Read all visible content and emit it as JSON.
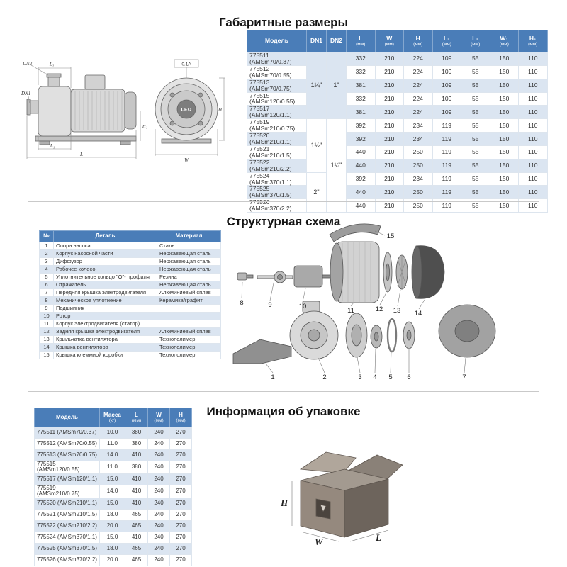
{
  "page": {
    "section1_title": "Габаритные размеры",
    "section2_title": "Структурная схема",
    "section3_title": "Информация об упаковке"
  },
  "dimensions": {
    "columns": [
      {
        "label": "Модель"
      },
      {
        "label": "DN1"
      },
      {
        "label": "DN2"
      },
      {
        "label": "L",
        "unit": "(мм)"
      },
      {
        "label": "W",
        "unit": "(мм)"
      },
      {
        "label": "H",
        "unit": "(мм)"
      },
      {
        "label": "L₁",
        "unit": "(мм)"
      },
      {
        "label": "L₂",
        "unit": "(мм)"
      },
      {
        "label": "W₁",
        "unit": "(мм)"
      },
      {
        "label": "H₁",
        "unit": "(мм)"
      }
    ],
    "dn1_groups": [
      {
        "value": "1¼\"",
        "span": 5
      },
      {
        "value": "1½\"",
        "span": 4
      },
      {
        "value": "2\"",
        "span": 3
      }
    ],
    "dn2_groups": [
      {
        "value": "1\"",
        "span": 5
      },
      {
        "value": "1¼\"",
        "span": 7
      }
    ],
    "rows": [
      {
        "model": "775511 (AMSm70/0.37)",
        "values": [
          "332",
          "210",
          "224",
          "109",
          "55",
          "150",
          "110"
        ]
      },
      {
        "model": "775512 (AMSm70/0.55)",
        "values": [
          "332",
          "210",
          "224",
          "109",
          "55",
          "150",
          "110"
        ]
      },
      {
        "model": "775513 (AMSm70/0.75)",
        "values": [
          "381",
          "210",
          "224",
          "109",
          "55",
          "150",
          "110"
        ]
      },
      {
        "model": "775515 (AMSm120/0.55)",
        "values": [
          "332",
          "210",
          "224",
          "109",
          "55",
          "150",
          "110"
        ]
      },
      {
        "model": "775517 (AMSm120/1.1)",
        "values": [
          "381",
          "210",
          "224",
          "109",
          "55",
          "150",
          "110"
        ]
      },
      {
        "model": "775519 (AMSm210/0.75)",
        "values": [
          "392",
          "210",
          "234",
          "119",
          "55",
          "150",
          "110"
        ]
      },
      {
        "model": "775520 (AMSm210/1.1)",
        "values": [
          "392",
          "210",
          "234",
          "119",
          "55",
          "150",
          "110"
        ]
      },
      {
        "model": "775521 (AMSm210/1.5)",
        "values": [
          "440",
          "210",
          "250",
          "119",
          "55",
          "150",
          "110"
        ]
      },
      {
        "model": "775522 (AMSm210/2.2)",
        "values": [
          "440",
          "210",
          "250",
          "119",
          "55",
          "150",
          "110"
        ]
      },
      {
        "model": "775524 (AMSm370/1.1)",
        "values": [
          "392",
          "210",
          "234",
          "119",
          "55",
          "150",
          "110"
        ]
      },
      {
        "model": "775525 (AMSm370/1.5)",
        "values": [
          "440",
          "210",
          "250",
          "119",
          "55",
          "150",
          "110"
        ]
      },
      {
        "model": "775526 (AMSm370/2.2)",
        "values": [
          "440",
          "210",
          "250",
          "119",
          "55",
          "150",
          "110"
        ]
      }
    ]
  },
  "drawing": {
    "labels": {
      "dn1": "DN1",
      "dn2": "DN2",
      "l": "L",
      "l1": "L₁",
      "l2": "L₂",
      "w": "W",
      "h": "H",
      "h1": "H₁",
      "brand": "LEO",
      "tol": "0.1A"
    }
  },
  "structure": {
    "columns": [
      {
        "label": "№"
      },
      {
        "label": "Деталь"
      },
      {
        "label": "Материал"
      }
    ],
    "rows": [
      {
        "num": "1",
        "part": "Опора насоса",
        "material": "Сталь"
      },
      {
        "num": "2",
        "part": "Корпус насосной части",
        "material": "Нержавеющая сталь"
      },
      {
        "num": "3",
        "part": "Диффузор",
        "material": "Нержавеющая сталь"
      },
      {
        "num": "4",
        "part": "Рабочее колесо",
        "material": "Нержавеющая сталь"
      },
      {
        "num": "5",
        "part": "Уплотнительное кольцо \"О\"- профиля",
        "material": "Резина"
      },
      {
        "num": "6",
        "part": "Отражатель",
        "material": "Нержавеющая сталь"
      },
      {
        "num": "7",
        "part": "Передняя крышка электродвигателя",
        "material": "Алюминиевый сплав"
      },
      {
        "num": "8",
        "part": "Механическое уплотнение",
        "material": "Керамика/графит"
      },
      {
        "num": "9",
        "part": "Подшипник",
        "material": ""
      },
      {
        "num": "10",
        "part": "Ротор",
        "material": ""
      },
      {
        "num": "11",
        "part": "Корпус электродвигателя (статор)",
        "material": ""
      },
      {
        "num": "12",
        "part": "Задняя крышка электродвигателя",
        "material": "Алюминиевый сплав"
      },
      {
        "num": "13",
        "part": "Крыльчатка вентилятора",
        "material": "Технополимер"
      },
      {
        "num": "14",
        "part": "Крышка вентилятора",
        "material": "Технополимер"
      },
      {
        "num": "15",
        "part": "Крышка клеммной коробки",
        "material": "Технополимер"
      }
    ],
    "callouts": [
      "1",
      "2",
      "3",
      "4",
      "5",
      "6",
      "7",
      "8",
      "9",
      "10",
      "11",
      "12",
      "13",
      "14",
      "15"
    ]
  },
  "packaging": {
    "columns": [
      {
        "label": "Модель"
      },
      {
        "label": "Масса",
        "unit": "(кг)"
      },
      {
        "label": "L",
        "unit": "(мм)"
      },
      {
        "label": "W",
        "unit": "(мм)"
      },
      {
        "label": "H",
        "unit": "(мм)"
      }
    ],
    "rows": [
      {
        "model": "775511 (AMSm70/0.37)",
        "values": [
          "10.0",
          "380",
          "240",
          "270"
        ]
      },
      {
        "model": "775512 (AMSm70/0.55)",
        "values": [
          "11.0",
          "380",
          "240",
          "270"
        ]
      },
      {
        "model": "775513 (AMSm70/0.75)",
        "values": [
          "14.0",
          "410",
          "240",
          "270"
        ]
      },
      {
        "model": "775515 (AMSm120/0.55)",
        "values": [
          "11.0",
          "380",
          "240",
          "270"
        ]
      },
      {
        "model": "775517 (AMSm120/1.1)",
        "values": [
          "15.0",
          "410",
          "240",
          "270"
        ]
      },
      {
        "model": "775519 (AMSm210/0.75)",
        "values": [
          "14.0",
          "410",
          "240",
          "270"
        ]
      },
      {
        "model": "775520 (AMSm210/1.1)",
        "values": [
          "15.0",
          "410",
          "240",
          "270"
        ]
      },
      {
        "model": "775521 (AMSm210/1.5)",
        "values": [
          "18.0",
          "465",
          "240",
          "270"
        ]
      },
      {
        "model": "775522 (AMSm210/2.2)",
        "values": [
          "20.0",
          "465",
          "240",
          "270"
        ]
      },
      {
        "model": "775524 (AMSm370/1.1)",
        "values": [
          "15.0",
          "410",
          "240",
          "270"
        ]
      },
      {
        "model": "775525 (AMSm370/1.5)",
        "values": [
          "18.0",
          "465",
          "240",
          "270"
        ]
      },
      {
        "model": "775526 (AMSm370/2.2)",
        "values": [
          "20.0",
          "465",
          "240",
          "270"
        ]
      }
    ],
    "box_labels": {
      "h": "H",
      "w": "W",
      "l": "L"
    }
  }
}
